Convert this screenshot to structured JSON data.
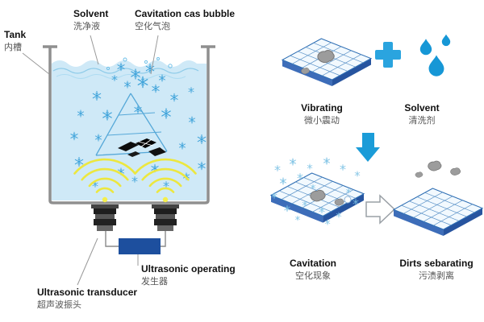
{
  "diagram": {
    "title_semantic": "ultrasonic-cleaning-principle-diagram",
    "labels": {
      "tank": {
        "en": "Tank",
        "zh": "内槽"
      },
      "solvent_tank": {
        "en": "Solvent",
        "zh": "洗净液"
      },
      "cavitation_gas_bubble": {
        "en": "Cavitation cas bubble",
        "zh": "空化气泡"
      },
      "ultrasonic_operating": {
        "en": "Ultrasonic operating",
        "zh": "发生器"
      },
      "ultrasonic_transducer": {
        "en": "Ultrasonic transducer",
        "zh": "超声波振头"
      },
      "vibrating": {
        "en": "Vibrating",
        "zh": "微小震动"
      },
      "solvent_right": {
        "en": "Solvent",
        "zh": "清洗剂"
      },
      "cavitation": {
        "en": "Cavitation",
        "zh": "空化现象"
      },
      "dirts_separating": {
        "en": "Dirts sebarating",
        "zh": "污渍剥离"
      }
    },
    "icons": {
      "plus": "plus-icon",
      "droplets": "water-droplets-icon",
      "down_arrow": "down-arrow-icon",
      "right_arrow": "right-arrow-icon",
      "bubble": "cavitation-bubble-icon",
      "waves": "ultrasonic-wave-arcs-icon"
    },
    "colors": {
      "accent_blue": "#1b9cd8",
      "deep_blue": "#1d4f9e",
      "grid_line_blue": "#2f6fb4",
      "grid_side_blue": "#27549f",
      "water_fill": "#cfe9f7",
      "wave_yellow": "#ece73f",
      "dirt_gray": "#9c9c9c",
      "outline_gray": "#8f8f8f"
    }
  }
}
